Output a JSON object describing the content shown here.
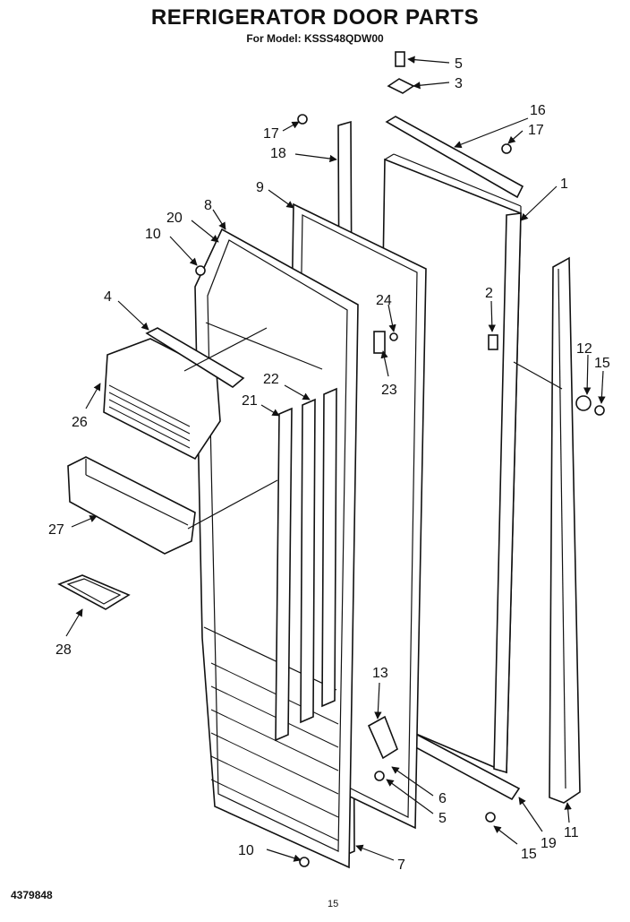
{
  "header": {
    "title": "REFRIGERATOR DOOR PARTS",
    "model_line": "For Model: KSSS48QDW00"
  },
  "footer": {
    "doc_number": "4379848",
    "page_number": "15"
  },
  "callouts": [
    {
      "id": "c5a",
      "label": "5"
    },
    {
      "id": "c3",
      "label": "3"
    },
    {
      "id": "c16",
      "label": "16"
    },
    {
      "id": "c17a",
      "label": "17"
    },
    {
      "id": "c17b",
      "label": "17"
    },
    {
      "id": "c18",
      "label": "18"
    },
    {
      "id": "c9",
      "label": "9"
    },
    {
      "id": "c1",
      "label": "1"
    },
    {
      "id": "c8",
      "label": "8"
    },
    {
      "id": "c20",
      "label": "20"
    },
    {
      "id": "c10a",
      "label": "10"
    },
    {
      "id": "c4",
      "label": "4"
    },
    {
      "id": "c24",
      "label": "24"
    },
    {
      "id": "c2",
      "label": "2"
    },
    {
      "id": "c12",
      "label": "12"
    },
    {
      "id": "c15a",
      "label": "15"
    },
    {
      "id": "c22",
      "label": "22"
    },
    {
      "id": "c23",
      "label": "23"
    },
    {
      "id": "c21",
      "label": "21"
    },
    {
      "id": "c26",
      "label": "26"
    },
    {
      "id": "c27",
      "label": "27"
    },
    {
      "id": "c28",
      "label": "28"
    },
    {
      "id": "c13",
      "label": "13"
    },
    {
      "id": "c6",
      "label": "6"
    },
    {
      "id": "c5b",
      "label": "5"
    },
    {
      "id": "c19",
      "label": "19"
    },
    {
      "id": "c11",
      "label": "11"
    },
    {
      "id": "c15b",
      "label": "15"
    },
    {
      "id": "c10b",
      "label": "10"
    },
    {
      "id": "c7",
      "label": "7"
    }
  ]
}
